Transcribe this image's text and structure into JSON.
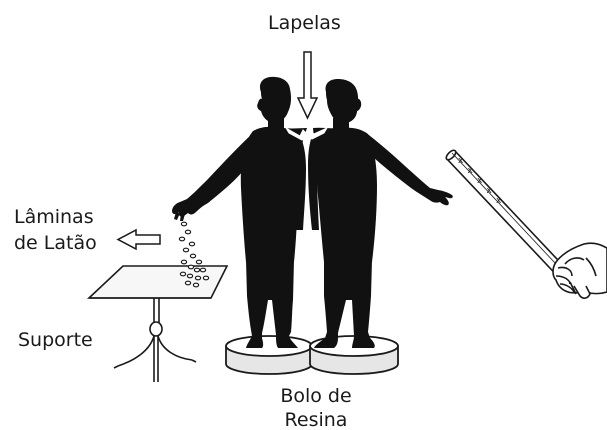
{
  "labels": {
    "lapelas": "Lapelas",
    "laminas_line1": "Lâminas",
    "laminas_line2": "de Latão",
    "suporte": "Suporte",
    "bolo_line1": "Bolo de",
    "bolo_line2": "Resina"
  },
  "tube_marks": [
    "x",
    "x",
    "x",
    "x",
    "x"
  ],
  "colors": {
    "silhouette": "#111111",
    "outline": "#1a1a1a",
    "background": "#ffffff",
    "platform_fill": "#e6e6e6"
  }
}
